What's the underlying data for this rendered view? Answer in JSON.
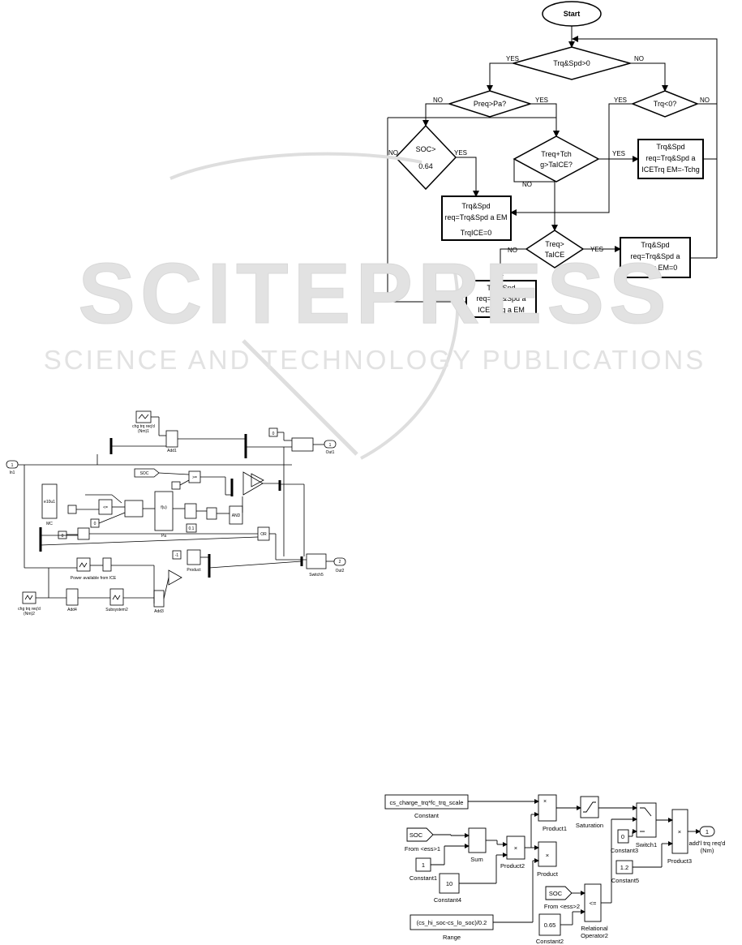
{
  "flowchart": {
    "start": "Start",
    "d_trq_spd": "Trq&Spd>0",
    "d_preq": "Preq>Pa?",
    "d_trq_neg": "Trq<0?",
    "d_soc_1": "SOC>",
    "d_soc_2": "0.64",
    "d_treq_tch_1": "Treq+Tch",
    "d_treq_tch_2": "g>TaICE?",
    "d_treq_1": "Treq>",
    "d_treq_2": "TaICE",
    "box_regen_1": "Trq&Spd",
    "box_regen_2": "req=Trq&Spd a",
    "box_regen_3": "ICETrq EM=-Tchg",
    "box_em_1": "Trq&Spd",
    "box_em_2": "req=Trq&Spd a EM",
    "box_em_3": "TrqICE=0",
    "box_ice_1": "Trq&Spd",
    "box_ice_2": "req=Trq&Spd a",
    "box_ice_3": "ICETrq EM=0",
    "box_both_1": "Trq&Spd",
    "box_both_2": "req=Trq&Spd a",
    "box_both_3": "ICE&Trg a EM",
    "yes": "YES",
    "no": "NO"
  },
  "watermark": {
    "main": "SCITEPRESS",
    "sub": "SCIENCE AND TECHNOLOGY PUBLICATIONS"
  },
  "sim1": {
    "chg_trq_1a": "chg trq req'd",
    "chg_trq_1b": "(Nm)1",
    "add1": "Add1",
    "const0_top": "0",
    "out1_num": "1",
    "out1": "Out1",
    "in1_num": "1",
    "in1": "In1",
    "soc": "SOC",
    "ge": ">=",
    "mc_fn": "e10u1",
    "mc": "MC",
    "gt_sym": "<=",
    "pa": "Pa",
    "pa_fn": "f(u)",
    "const01": "0.1",
    "and": "AND",
    "or": "OR",
    "const0_mid": "0",
    "power_ice": "Power available from ICE",
    "neg1": "-1",
    "product": "Product",
    "switch5": "Switch5",
    "out2_num": "2",
    "out2": "Out2",
    "chg_trq_2a": "chg trq req'd",
    "chg_trq_2b": "(Nm)2",
    "add4": "Add4",
    "subsystem2": "Subsystem2",
    "add3": "Add3"
  },
  "sim2": {
    "constant_expr": "cs_charge_trq*fc_trq_scale",
    "constant": "Constant",
    "product1": "Product1",
    "saturation": "Saturation",
    "soc1": "SOC",
    "from_ess1": "From <ess>1",
    "sum": "Sum",
    "product2": "Product2",
    "product": "Product",
    "const1_val": "1",
    "constant1": "Constant1",
    "const4_val": "10",
    "constant4": "Constant4",
    "const3_val": "0",
    "constant3": "Constant3",
    "switch1": "Switch1",
    "const5_val": "1.2",
    "constant5": "Constant5",
    "product3": "Product3",
    "out_num": "1",
    "out_label1": "add'l trq req'd",
    "out_label2": "(Nm)",
    "soc2": "SOC",
    "from_ess2": "From <ess>2",
    "le": "<=",
    "range_expr": "(cs_hi_soc-cs_lo_soc)/0.2",
    "range": "Range",
    "const2_val": "0.65",
    "constant2": "Constant2",
    "relop1": "Relational",
    "relop2": "Operator2"
  }
}
